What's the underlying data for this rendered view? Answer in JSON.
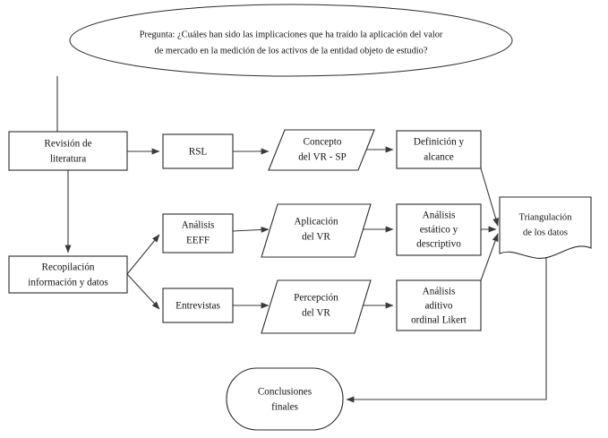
{
  "diagram": {
    "type": "flowchart",
    "title_question": {
      "prefix": "Pregunta:",
      "line1": "Pregunta: ¿Cuáles han sido las implicaciones que ha traído la aplicación del valor",
      "line2": "de mercado en la medición de los activos de la entidad objeto de estudio?"
    },
    "colors": {
      "stroke": "#2b2b2b",
      "edge": "#3a3a3a",
      "fill": "#ffffff",
      "text": "#111111"
    },
    "nodes": [
      {
        "id": "question",
        "shape": "ellipse",
        "lines": [
          "Pregunta: ¿Cuáles han sido las implicaciones que ha traído la aplicación del valor",
          "de mercado en la medición de los activos de la entidad objeto de estudio?"
        ]
      },
      {
        "id": "revision-literatura",
        "shape": "rectangle",
        "lines": [
          "Revisión de",
          "literatura"
        ]
      },
      {
        "id": "recopilacion-informacion",
        "shape": "rectangle",
        "lines": [
          "Recopilación",
          "información y datos"
        ]
      },
      {
        "id": "rsl",
        "shape": "rectangle",
        "lines": [
          "RSL"
        ]
      },
      {
        "id": "analisis-eeff",
        "shape": "rectangle",
        "lines": [
          "Análisis",
          "EEFF"
        ]
      },
      {
        "id": "entrevistas",
        "shape": "rectangle",
        "lines": [
          "Entrevistas"
        ]
      },
      {
        "id": "concepto-vr-sp",
        "shape": "parallelogram",
        "lines": [
          "Concepto",
          "del VR - SP"
        ]
      },
      {
        "id": "aplicacion-vr",
        "shape": "parallelogram",
        "lines": [
          "Aplicación",
          "del VR"
        ]
      },
      {
        "id": "percepcion-vr",
        "shape": "parallelogram",
        "lines": [
          "Percepción",
          "del VR"
        ]
      },
      {
        "id": "definicion-alcance",
        "shape": "rectangle",
        "lines": [
          "Definición y",
          "alcance"
        ]
      },
      {
        "id": "analisis-estatico",
        "shape": "rectangle",
        "lines": [
          "Análisis",
          "estático y",
          "descriptivo"
        ]
      },
      {
        "id": "analisis-aditivo",
        "shape": "rectangle",
        "lines": [
          "Análisis",
          "aditivo",
          "ordinal Likert"
        ]
      },
      {
        "id": "triangulacion-datos",
        "shape": "document",
        "lines": [
          "Triangulación",
          "de los datos"
        ]
      },
      {
        "id": "conclusiones-finales",
        "shape": "stadium",
        "lines": [
          "Conclusiones",
          "finales"
        ]
      }
    ],
    "edges": [
      {
        "from": "question",
        "to": "revision-literatura",
        "style": "down-arrow"
      },
      {
        "from": "revision-literatura",
        "to": "recopilacion-informacion",
        "style": "down-arrow"
      },
      {
        "from": "revision-literatura",
        "to": "rsl",
        "style": "right-arrow"
      },
      {
        "from": "rsl",
        "to": "concepto-vr-sp",
        "style": "right-arrow"
      },
      {
        "from": "concepto-vr-sp",
        "to": "definicion-alcance",
        "style": "right-arrow"
      },
      {
        "from": "recopilacion-informacion",
        "to": "analisis-eeff",
        "style": "diagonal-up-arrow"
      },
      {
        "from": "recopilacion-informacion",
        "to": "entrevistas",
        "style": "diagonal-down-arrow"
      },
      {
        "from": "analisis-eeff",
        "to": "aplicacion-vr",
        "style": "right-arrow"
      },
      {
        "from": "aplicacion-vr",
        "to": "analisis-estatico",
        "style": "right-arrow"
      },
      {
        "from": "entrevistas",
        "to": "percepcion-vr",
        "style": "right-arrow"
      },
      {
        "from": "percepcion-vr",
        "to": "analisis-aditivo",
        "style": "right-arrow"
      },
      {
        "from": "definicion-alcance",
        "to": "triangulacion-datos",
        "style": "diagonal-down-arrow"
      },
      {
        "from": "analisis-estatico",
        "to": "triangulacion-datos",
        "style": "right-arrow"
      },
      {
        "from": "analisis-aditivo",
        "to": "triangulacion-datos",
        "style": "diagonal-up-arrow"
      },
      {
        "from": "triangulacion-datos",
        "to": "conclusiones-finales",
        "style": "elbow-left-arrow"
      }
    ]
  },
  "labels": {
    "question_l1": "Pregunta: ¿Cuáles han sido las implicaciones que ha traído la aplicación del valor",
    "question_l2": "de mercado en la medición de los activos de la entidad objeto de estudio?",
    "revision_l1": "Revisión de",
    "revision_l2": "literatura",
    "recopilacion_l1": "Recopilación",
    "recopilacion_l2": "información y datos",
    "rsl_l1": "RSL",
    "eeff_l1": "Análisis",
    "eeff_l2": "EEFF",
    "entrevistas_l1": "Entrevistas",
    "concepto_l1": "Concepto",
    "concepto_l2": "del VR - SP",
    "aplicacion_l1": "Aplicación",
    "aplicacion_l2": "del VR",
    "percepcion_l1": "Percepción",
    "percepcion_l2": "del VR",
    "definicion_l1": "Definición y",
    "definicion_l2": "alcance",
    "estatico_l1": "Análisis",
    "estatico_l2": "estático y",
    "estatico_l3": "descriptivo",
    "aditivo_l1": "Análisis",
    "aditivo_l2": "aditivo",
    "aditivo_l3": "ordinal Likert",
    "triangulacion_l1": "Triangulación",
    "triangulacion_l2": "de los datos",
    "conclusiones_l1": "Conclusiones",
    "conclusiones_l2": "finales"
  }
}
